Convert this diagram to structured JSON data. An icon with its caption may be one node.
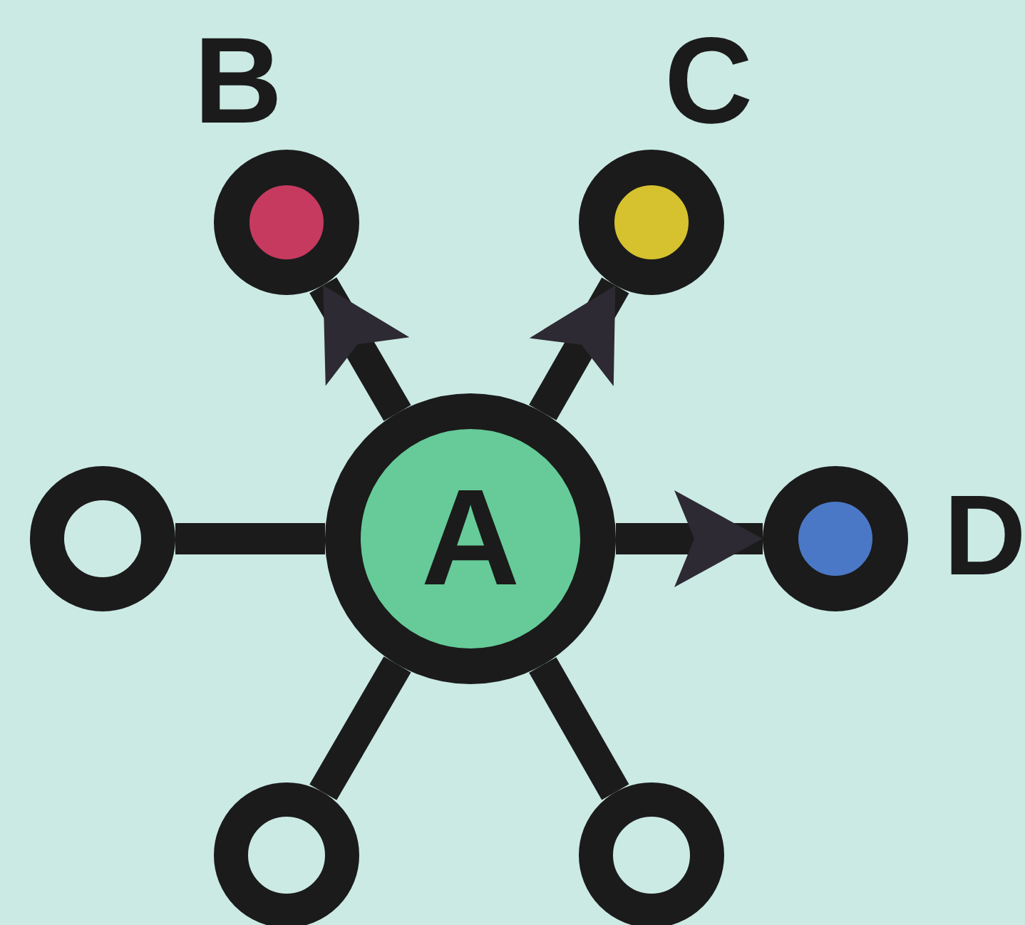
{
  "diagram": {
    "nodes": [
      {
        "text": [
          "B"
        ]
      },
      {
        "text": [
          "C"
        ]
      },
      {
        "text": [],
        "shape": "circle"
      },
      {
        "text": [
          "A"
        ]
      },
      {
        "text": [
          "D"
        ]
      },
      {
        "text": [],
        "shape": "circle"
      },
      {
        "text": [],
        "shape": "circle"
      }
    ],
    "edges": [
      {
        "from": 3,
        "to": 0,
        "arrow": "to"
      },
      {
        "from": 3,
        "to": 1,
        "arrow": "to"
      },
      {
        "from": 3,
        "to": 2,
        "arrow": "none"
      },
      {
        "from": 3,
        "to": 4,
        "arrow": "to"
      },
      {
        "from": 3,
        "to": 5,
        "arrow": "none"
      },
      {
        "from": 3,
        "to": 6,
        "arrow": "none"
      }
    ]
  }
}
